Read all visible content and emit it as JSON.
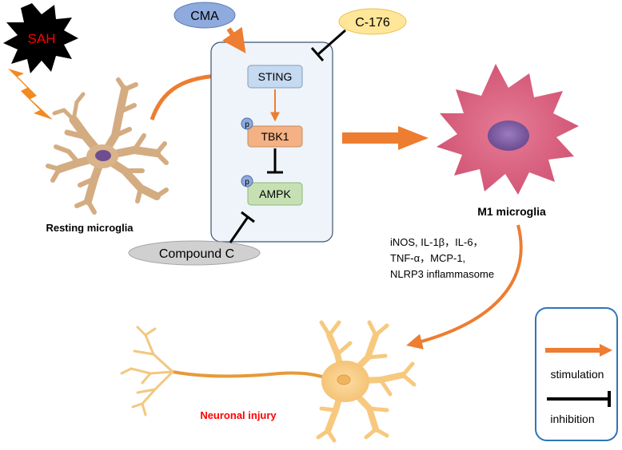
{
  "trigger": {
    "label": "SAH"
  },
  "agonist": {
    "label": "CMA"
  },
  "sting_inhibitor": {
    "label": "C-176"
  },
  "ampk_inhibitor": {
    "label": "Compound C"
  },
  "pathway": {
    "nodes": [
      "STING",
      "TBK1",
      "AMPK"
    ],
    "phospho_mark": "p"
  },
  "cells": {
    "resting": "Resting microglia",
    "m1": "M1 microglia",
    "neuron": "Neuronal injury"
  },
  "cytokines": {
    "line1": "iNOS, IL-1β，IL-6，",
    "line2": "TNF-α，MCP-1,",
    "line3": "NLRP3 inflammasome"
  },
  "legend": {
    "stimulation": "stimulation",
    "inhibition": "inhibition"
  },
  "colors": {
    "arrow": "#ED7D31",
    "sah_text": "#FF0000",
    "neuron_label": "#FF0000",
    "microglia_resting": "#D9B48B",
    "microglia_m1": "#D85F7C",
    "nucleus": "#7E5AA2",
    "neuron_body": "#F7C97E",
    "panel_bg": "#EFF4FA",
    "panel_border": "#3B5577",
    "sting_fill": "#C5D9F1",
    "tbk1_fill": "#F4B183",
    "ampk_fill": "#C6E0B4",
    "legend_border": "#2E75B6"
  }
}
